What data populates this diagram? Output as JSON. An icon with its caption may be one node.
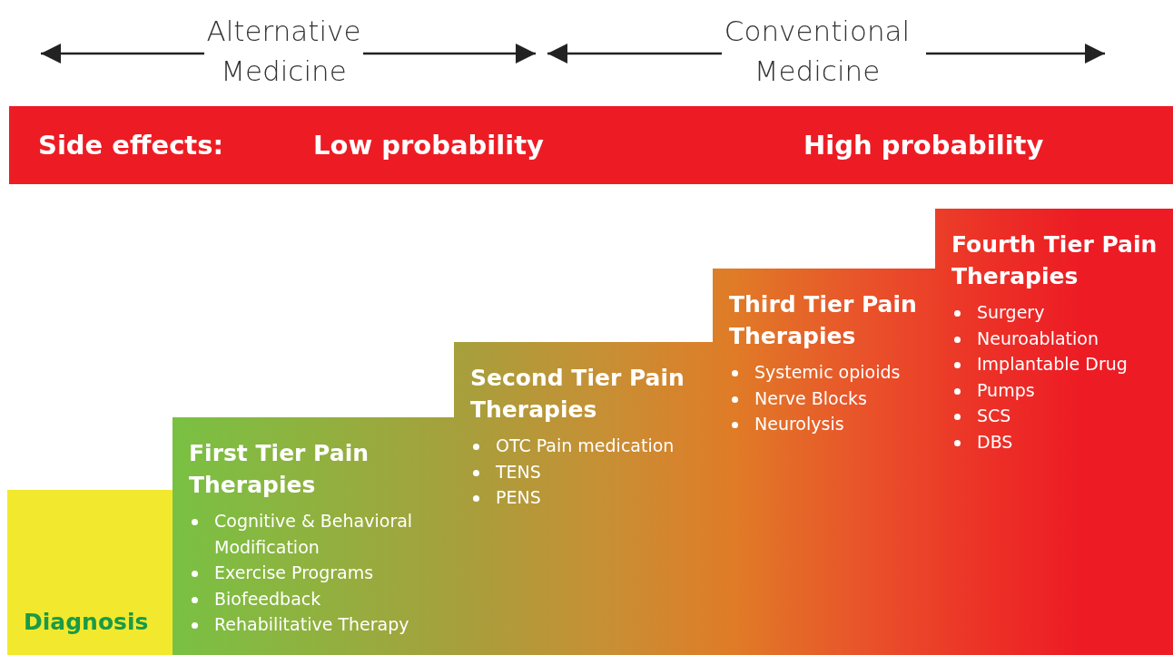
{
  "diagram": {
    "nodes": [
      {
        "text": [
          "Side effects:",
          "Low probability",
          "High probability"
        ]
      },
      {
        "text": [
          "Diagnosis"
        ]
      },
      {
        "text": [
          "First Tier Pain Therapies",
          "Cognitive & Behavioral Modification",
          "Exercise Programs",
          "Biofeedback",
          "Rehabilitative Therapy"
        ]
      },
      {
        "text": [
          "Second Tier Pain Therapies",
          "OTC Pain medication",
          "TENS",
          "PENS"
        ]
      },
      {
        "text": [
          "Third Tier Pain Therapies",
          "Systemic opioids",
          "Nerve Blocks",
          "Neurolysis"
        ]
      },
      {
        "text": [
          "Fourth Tier Pain Therapies",
          "Surgery",
          "Neuroablation",
          "Implantable Drug",
          "Pumps",
          "SCS",
          "DBS"
        ]
      }
    ],
    "edges": [],
    "labels": [
      "Alternative Medicine",
      "Conventional Medicine"
    ]
  }
}
